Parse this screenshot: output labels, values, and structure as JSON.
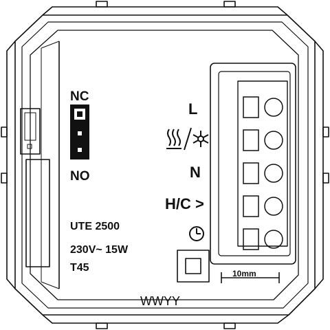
{
  "jumper": {
    "top_label": "NC",
    "bottom_label": "NO"
  },
  "terminals": {
    "live_label": "L",
    "heat_cool_symbol": "heat-cool-icon",
    "neutral_label": "N",
    "hc_label": "H/C >",
    "timer_symbol": "clock-icon",
    "count": 5
  },
  "rating": {
    "model": "UTE 2500",
    "power": "230V~ 15W",
    "temp_class": "T45"
  },
  "strip_gauge_label": "10mm",
  "date_code": "WWYY",
  "colors": {
    "line": "#111111",
    "background": "#ffffff"
  }
}
